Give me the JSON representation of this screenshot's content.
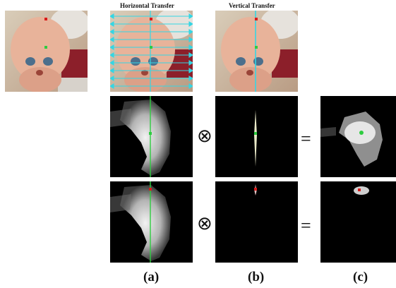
{
  "header": {
    "horizontal_title": "Horizontal Transfer",
    "vertical_title": "Vertical Transfer"
  },
  "operators": {
    "tensor": "⊗",
    "equals": "="
  },
  "labels": {
    "a": "(a)",
    "b": "(b)",
    "c": "(c)"
  },
  "colors": {
    "marker_red": "#d81b1b",
    "marker_green": "#2ecc40",
    "transfer_line": "#34d6e4"
  }
}
